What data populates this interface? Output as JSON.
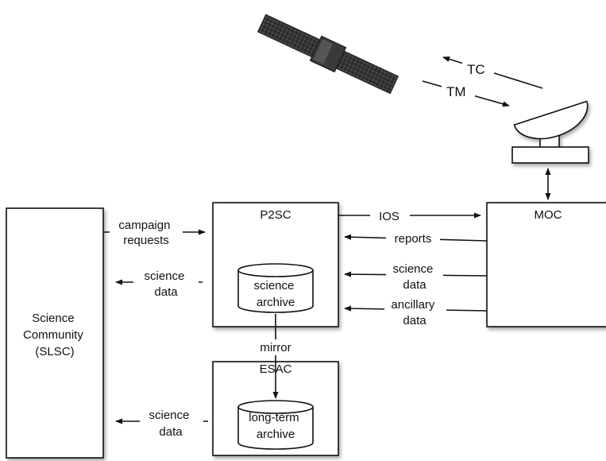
{
  "satellite": {
    "tc": "TC",
    "tm": "TM"
  },
  "boxes": {
    "science_community": [
      "Science",
      "Community",
      "(SLSC)"
    ],
    "p2sc": "P2SC",
    "moc": "MOC",
    "esac": "ESAC"
  },
  "archives": {
    "science_archive": [
      "science",
      "archive"
    ],
    "longterm_archive": [
      "long-term",
      "archive"
    ]
  },
  "flows": {
    "campaign_requests": [
      "campaign",
      "requests"
    ],
    "science_data_p2sc": [
      "science",
      "data"
    ],
    "science_data_esac": [
      "science",
      "data"
    ],
    "ios": "IOS",
    "reports": "reports",
    "science_data_moc": [
      "science",
      "data"
    ],
    "ancillary_data": [
      "ancillary",
      "data"
    ],
    "mirror": "mirror"
  }
}
